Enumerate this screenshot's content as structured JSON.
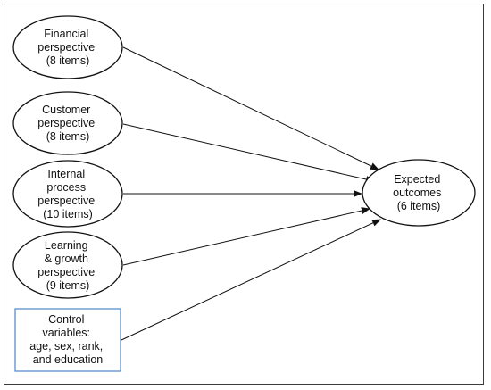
{
  "colors": {
    "ellipse_stroke": "#111111",
    "box_stroke": "#5b8ec9",
    "arrow": "#111111",
    "frame": "#3a3a3a",
    "text": "#111111"
  },
  "nodes": {
    "financial": {
      "lines": [
        "Financial",
        "perspective",
        "(8 items)"
      ]
    },
    "customer": {
      "lines": [
        "Customer",
        "perspective",
        "(8 items)"
      ]
    },
    "internal": {
      "lines": [
        "Internal",
        "process",
        "perspective",
        "(10 items)"
      ]
    },
    "learning": {
      "lines": [
        "Learning",
        "& growth",
        "perspective",
        "(9 items)"
      ]
    },
    "control": {
      "lines": [
        "Control",
        "variables:",
        "age, sex, rank,",
        "and education"
      ]
    },
    "outcomes": {
      "lines": [
        "Expected",
        "outcomes",
        "(6 items)"
      ]
    }
  }
}
